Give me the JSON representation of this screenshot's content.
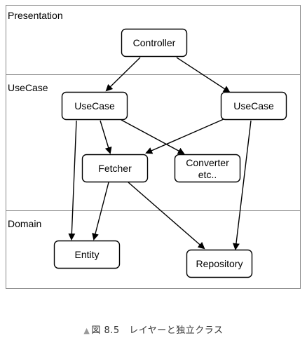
{
  "layers": {
    "presentation": "Presentation",
    "usecase": "UseCase",
    "domain": "Domain"
  },
  "nodes": {
    "controller": "Controller",
    "usecase_left": "UseCase",
    "usecase_right": "UseCase",
    "fetcher": "Fetcher",
    "converter_line1": "Converter",
    "converter_line2": "etc..",
    "entity": "Entity",
    "repository": "Repository"
  },
  "edges": [
    {
      "from": "Controller",
      "to": "UseCase (left)"
    },
    {
      "from": "Controller",
      "to": "UseCase (right)"
    },
    {
      "from": "UseCase (left)",
      "to": "Fetcher"
    },
    {
      "from": "UseCase (left)",
      "to": "Converter etc.."
    },
    {
      "from": "UseCase (left)",
      "to": "Entity"
    },
    {
      "from": "UseCase (right)",
      "to": "Fetcher"
    },
    {
      "from": "UseCase (right)",
      "to": "Repository"
    },
    {
      "from": "Fetcher",
      "to": "Entity"
    },
    {
      "from": "Fetcher",
      "to": "Repository"
    }
  ],
  "caption": {
    "marker": "▲",
    "text": "図 8.5　レイヤーと独立クラス"
  },
  "colors": {
    "line": "#000000",
    "layer_border": "#888888",
    "background": "#ffffff"
  }
}
